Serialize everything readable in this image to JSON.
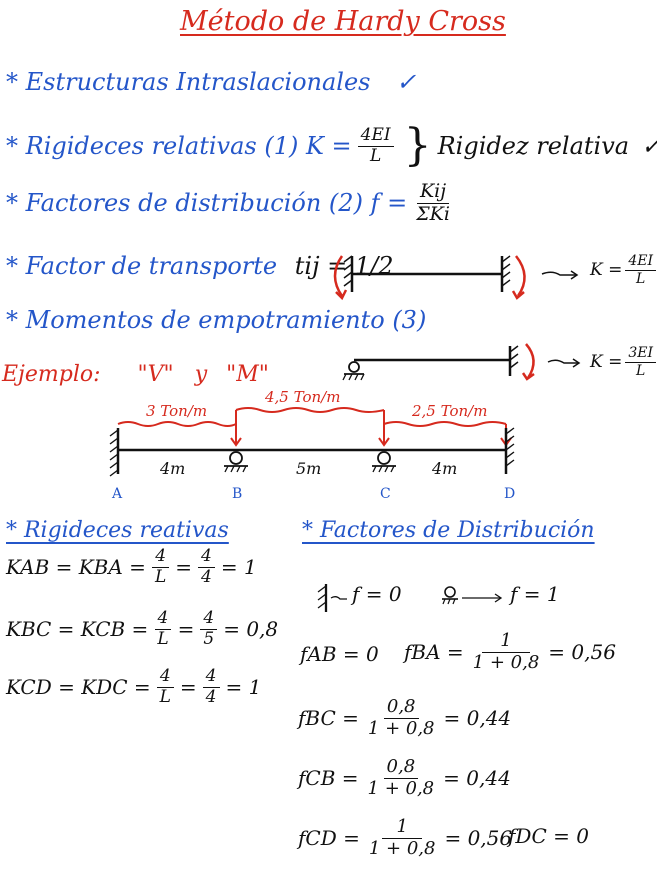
{
  "title": "Método de Hardy Cross",
  "concepts": {
    "intraslacionales": "* Estructuras Intraslacionales",
    "intraslacionales_check": "✓",
    "rigideces_prefix": "* Rigideces relativas (1) K =",
    "rigideces_num": "4EI",
    "rigideces_den": "L",
    "rigidez_relativa": "Rigidez relativa",
    "rigidez_check": "✓",
    "factores_prefix": "* Factores de distribución (2) f =",
    "factores_num": "Kij",
    "factores_den": "ΣKi",
    "transporte_prefix": "* Factor de transporte",
    "transporte_value": "tij = 1/2",
    "fixed_k_label": "K =",
    "fixed_k_num": "4EI",
    "fixed_k_den": "L",
    "momentos": "* Momentos de empotramiento (3)",
    "pinned_k_label": "K =",
    "pinned_k_num": "3EI",
    "pinned_k_den": "L"
  },
  "ejemplo": {
    "label": "Ejemplo:",
    "v": "\"V\"",
    "y": "y",
    "m": "\"M\""
  },
  "beam": {
    "loads": [
      "3 Ton/m",
      "4,5 Ton/m",
      "2,5 Ton/m"
    ],
    "spans": [
      "4m",
      "5m",
      "4m"
    ],
    "nodes": [
      "A",
      "B",
      "C",
      "D"
    ]
  },
  "rigideces": {
    "heading": "* Rigideces reativas",
    "rows": [
      {
        "lhs": "KAB = KBA =",
        "f1_num": "4",
        "f1_den": "L",
        "eq": "=",
        "f2_num": "4",
        "f2_den": "4",
        "result": "= 1"
      },
      {
        "lhs": "KBC = KCB =",
        "f1_num": "4",
        "f1_den": "L",
        "eq": "=",
        "f2_num": "4",
        "f2_den": "5",
        "result": "= 0,8"
      },
      {
        "lhs": "KCD = KDC =",
        "f1_num": "4",
        "f1_den": "L",
        "eq": "=",
        "f2_num": "4",
        "f2_den": "4",
        "result": "= 1"
      }
    ]
  },
  "factores": {
    "heading": "* Factores de Distribución",
    "fixed_rule": "f = 0",
    "pinned_rule": "f = 1",
    "f_ab": "fAB = 0",
    "f_ba_lhs": "fBA =",
    "f_ba_num": "1",
    "f_ba_den": "1 + 0,8",
    "f_ba_result": "= 0,56",
    "f_bc_lhs": "fBC =",
    "f_bc_num": "0,8",
    "f_bc_den": "1 + 0,8",
    "f_bc_result": "= 0,44",
    "f_cb_lhs": "fCB =",
    "f_cb_num": "0,8",
    "f_cb_den": "1 + 0,8",
    "f_cb_result": "= 0,44",
    "f_cd_lhs": "fCD =",
    "f_cd_num": "1",
    "f_cd_den": "1 + 0,8",
    "f_cd_result": "= 0,56",
    "f_dc": "fDC = 0"
  }
}
